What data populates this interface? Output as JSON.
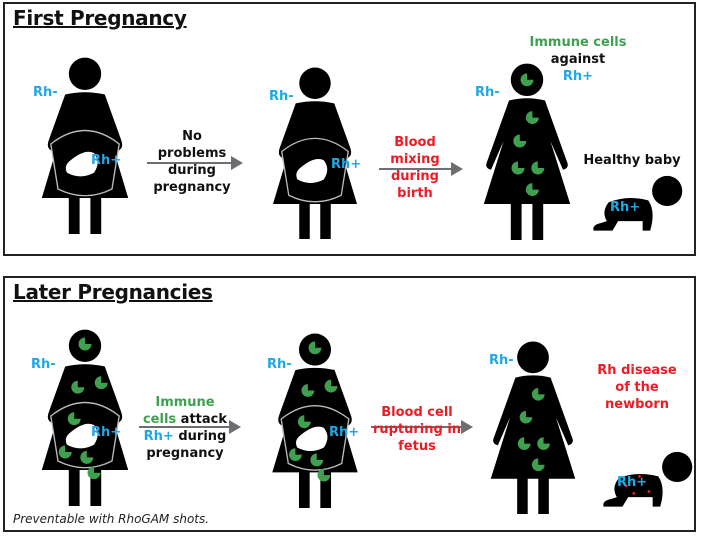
{
  "panels": [
    {
      "title": "First Pregnancy",
      "figures": [
        {
          "type": "pregnant-woman",
          "mother_label": "Rh-",
          "fetus_label": "Rh+"
        },
        {
          "type": "pregnant-woman",
          "mother_label": "Rh-",
          "fetus_label": "Rh+"
        },
        {
          "type": "woman-with-immune-cells",
          "mother_label": "Rh-"
        },
        {
          "type": "baby",
          "label": "Rh+",
          "caption": "Healthy baby"
        }
      ],
      "arrows": [
        {
          "lines": [
            "No",
            "problems",
            "during",
            "pregnancy"
          ],
          "color": "#111111"
        },
        {
          "lines": [
            "Blood",
            "mixing",
            "during",
            "birth"
          ],
          "color": "#ec1c24"
        }
      ],
      "annotation": {
        "line1": "Immune cells",
        "line2": "against",
        "line3": "Rh+"
      }
    },
    {
      "title": "Later Pregnancies",
      "figures": [
        {
          "type": "pregnant-woman-immune",
          "mother_label": "Rh-",
          "fetus_label": "Rh+"
        },
        {
          "type": "pregnant-woman-immune",
          "mother_label": "Rh-",
          "fetus_label": "Rh+"
        },
        {
          "type": "woman-with-immune-cells",
          "mother_label": "Rh-"
        },
        {
          "type": "baby-diseased",
          "label": "Rh+",
          "caption": "Rh disease of the newborn"
        }
      ],
      "arrows": [
        {
          "line1_green": "Immune",
          "line2_green": "cells",
          "line2_black": " attack",
          "line3_blue": "Rh+",
          "line3_black": " during",
          "line4": "pregnancy"
        },
        {
          "lines": [
            "Blood cell",
            "rupturing in",
            "fetus"
          ],
          "color": "#ec1c24"
        }
      ],
      "outcome": [
        "Rh disease",
        "of the",
        "newborn"
      ],
      "note": "Preventable with RhoGAM shots."
    }
  ],
  "colors": {
    "rh_blue": "#1fa8e6",
    "immune_green": "#3fa04f",
    "danger_red": "#ec1c24",
    "arrow_gray": "#6d6e71"
  }
}
